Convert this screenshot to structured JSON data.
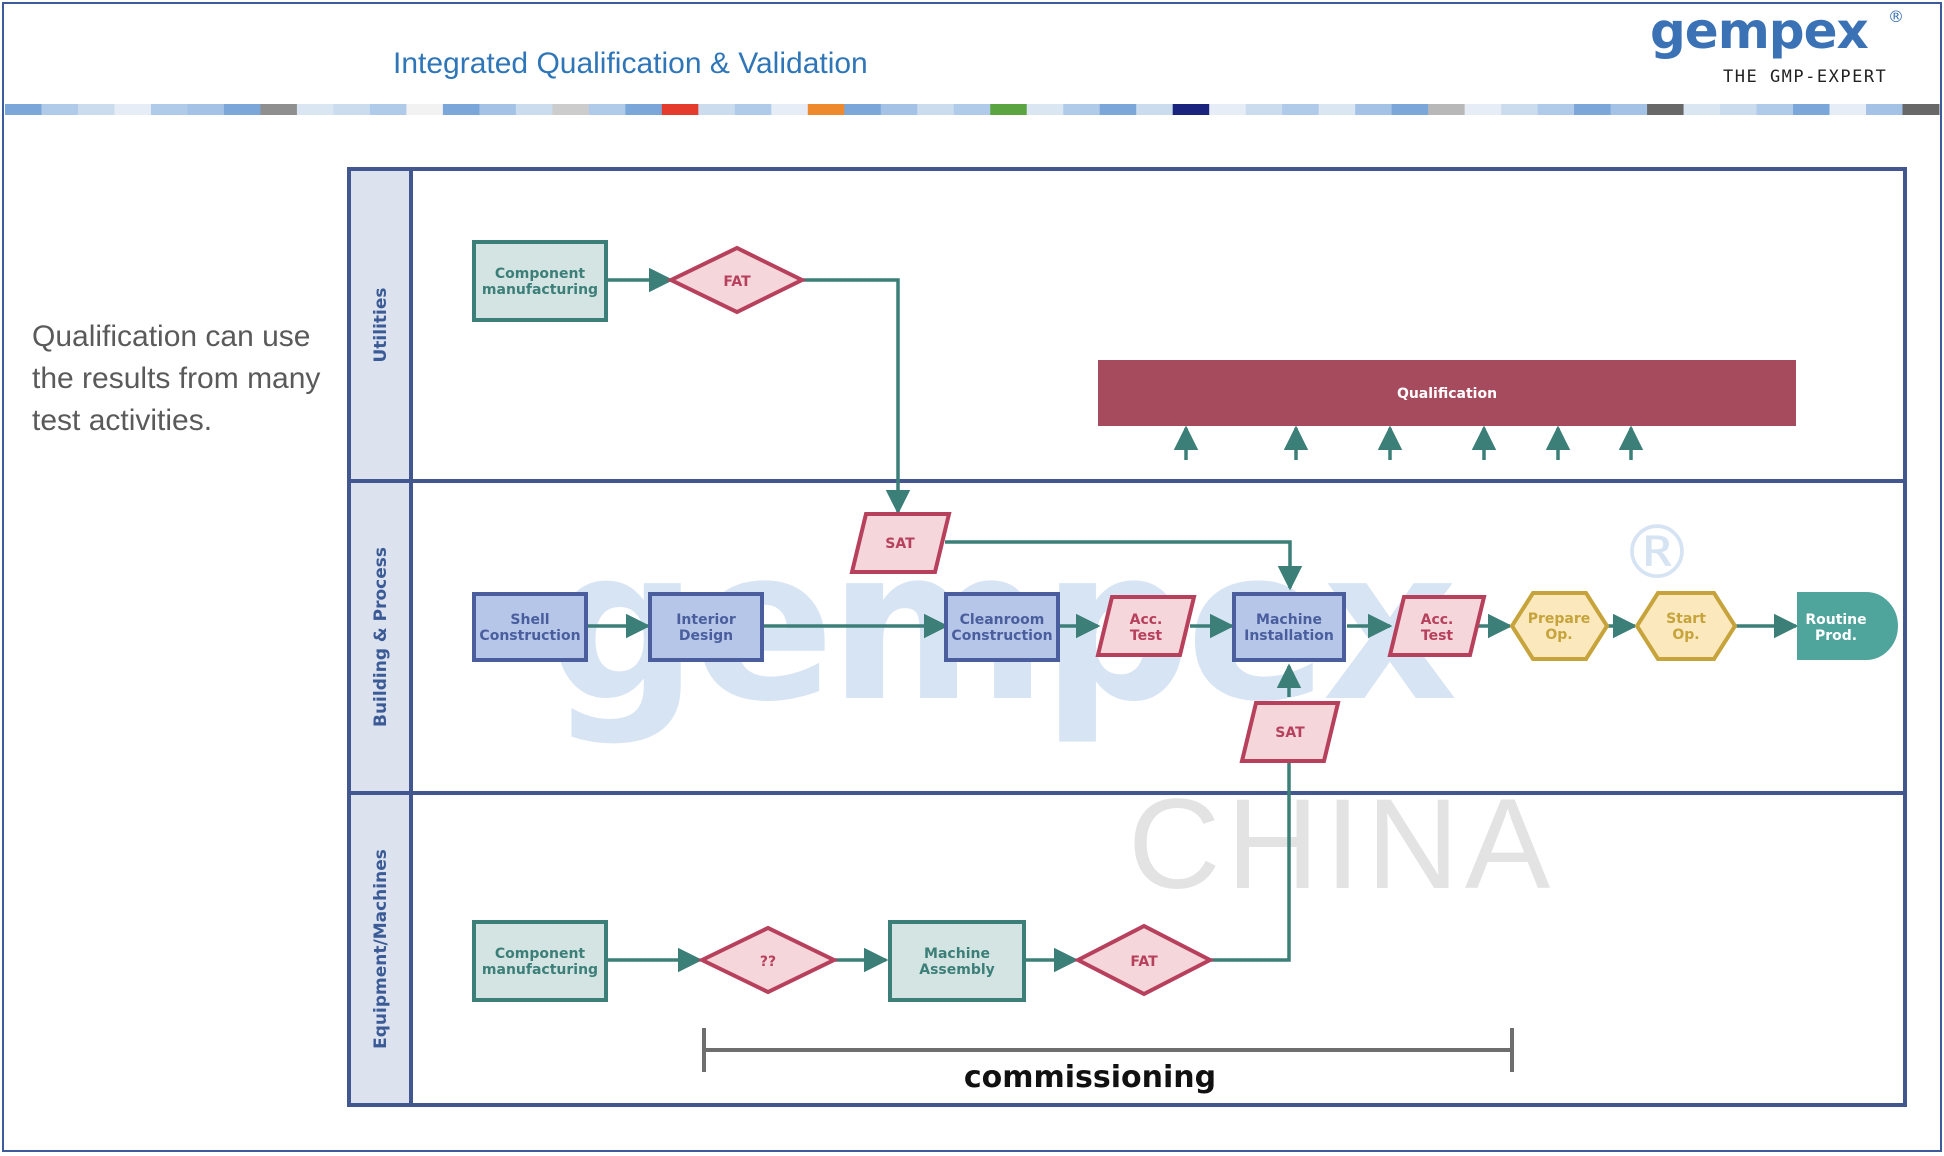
{
  "header": {
    "title": "Integrated Qualification & Validation",
    "logo": {
      "name": "gempex",
      "registered": "®",
      "tagline": "THE GMP-EXPERT"
    }
  },
  "side_note": [
    "Qualification can use",
    "the results from many",
    "test activities."
  ],
  "lanes": {
    "utilities": "Utilities",
    "building": "Building & Process",
    "equipment": "Equipment/Machines"
  },
  "nodes": {
    "util_component": [
      "Component",
      "manufacturing"
    ],
    "util_fat": [
      "FAT"
    ],
    "qualification": [
      "Qualification"
    ],
    "sat_top": [
      "SAT"
    ],
    "shell": [
      "Shell",
      "Construction"
    ],
    "interior": [
      "Interior",
      "Design"
    ],
    "cleanroom": [
      "Cleanroom",
      "Construction"
    ],
    "acc_test_1": [
      "Acc.",
      "Test"
    ],
    "machine_install": [
      "Machine",
      "Installation"
    ],
    "acc_test_2": [
      "Acc.",
      "Test"
    ],
    "prepare_op": [
      "Prepare",
      "Op."
    ],
    "start_op": [
      "Start",
      "Op."
    ],
    "routine_prod": [
      "Routine",
      "Prod."
    ],
    "sat_bottom": [
      "SAT"
    ],
    "eq_component": [
      "Component",
      "manufacturing"
    ],
    "eq_unknown": [
      "??"
    ],
    "machine_assembly": [
      "Machine",
      "Assembly"
    ],
    "eq_fat": [
      "FAT"
    ]
  },
  "commissioning": "commissioning",
  "watermark": {
    "brand": "gempex",
    "registered": "®",
    "region": "CHINA"
  },
  "colors": {
    "teal": "#3c7f79",
    "teal_fill": "#d4e4e2",
    "blue": "#4a5e9e",
    "blue_fill": "#b6c6e8",
    "red": "#b7405c",
    "red_fill": "#f4d6db",
    "gold": "#c6a33b",
    "gold_fill": "#fbe9bd",
    "qualification": "#a64b5d",
    "routine": "#4fa49c",
    "lane_border": "#42578f",
    "lane_header": "#dde2ef",
    "title": "#2f76b8"
  }
}
